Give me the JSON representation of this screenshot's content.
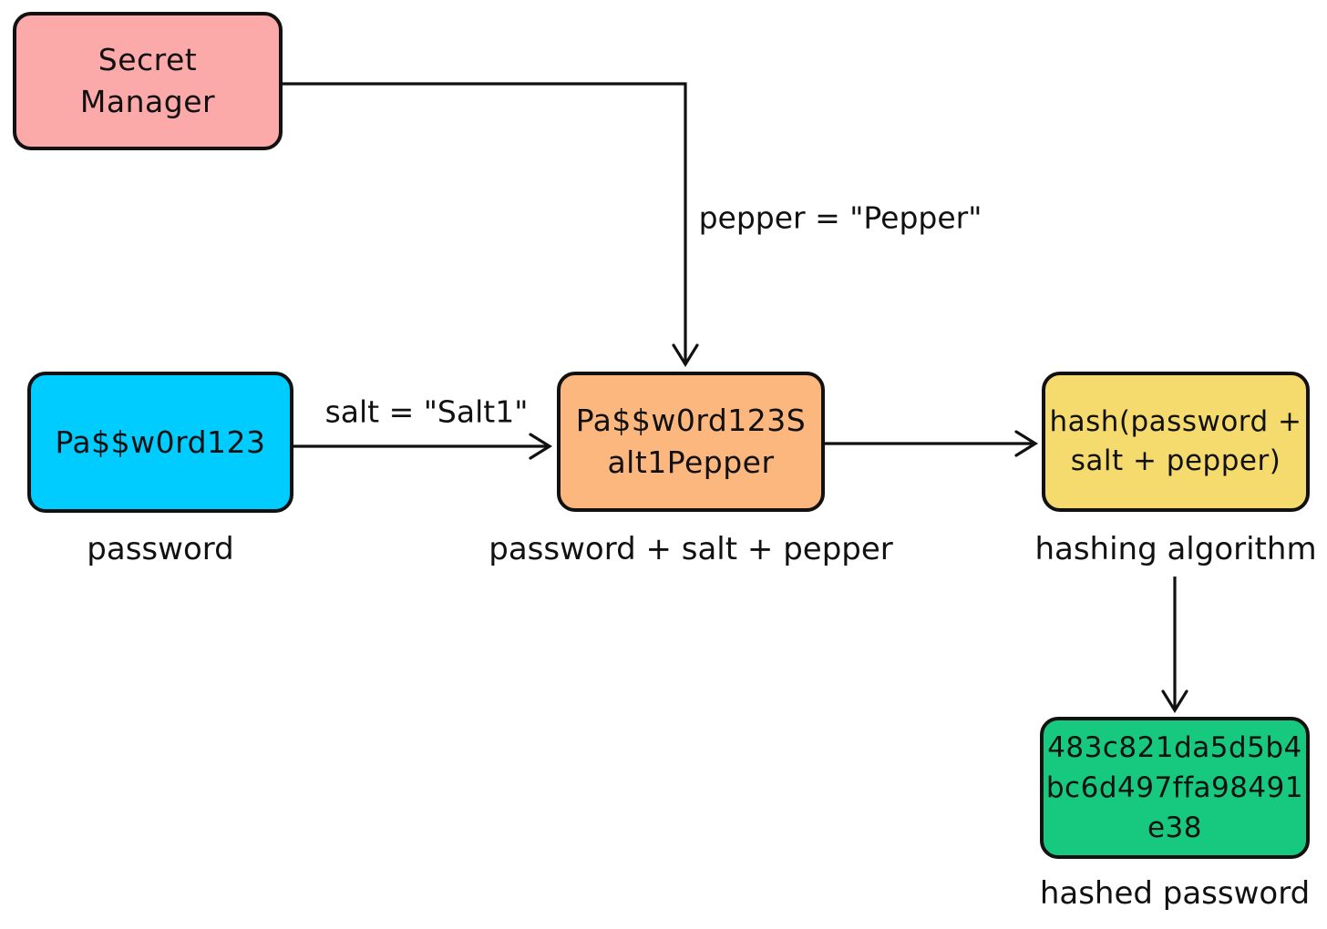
{
  "nodes": {
    "secret_manager": {
      "lines": [
        "Secret",
        "Manager"
      ],
      "color": "#FCA9A9"
    },
    "password": {
      "lines": [
        "Pa$$w0rd123"
      ],
      "caption": "password",
      "color": "#00CCFF"
    },
    "combined": {
      "lines": [
        "Pa$$w0rd123S",
        "alt1Pepper"
      ],
      "caption": "password + salt + pepper",
      "color": "#FBB77E"
    },
    "hashing": {
      "lines": [
        "hash(password +",
        "salt + pepper)"
      ],
      "caption": "hashing algorithm",
      "color": "#F5DA6D"
    },
    "hashed": {
      "lines": [
        "483c821da5d5b4",
        "bc6d497ffa98491",
        "e38"
      ],
      "caption": "hashed password",
      "color": "#17C97E"
    }
  },
  "edges": {
    "pepper": {
      "label": "pepper = \"Pepper\""
    },
    "salt": {
      "label": "salt = \"Salt1\""
    }
  },
  "style": {
    "line_color": "#111111",
    "background": "#ffffff"
  }
}
